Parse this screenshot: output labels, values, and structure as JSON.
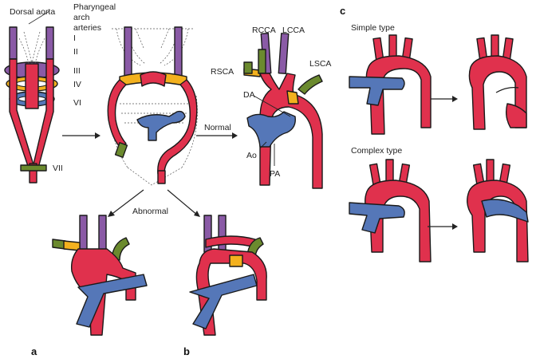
{
  "labels": {
    "dorsal_aorta": "Dorsal aorta",
    "pharyngeal_1": "Pharyngeal",
    "pharyngeal_2": "arch",
    "pharyngeal_3": "arteries",
    "arch_I": "I",
    "arch_II": "II",
    "arch_III": "III",
    "arch_IV": "IV",
    "arch_VI": "VI",
    "arch_VII": "VII",
    "rcca": "RCCA",
    "lcca": "LCCA",
    "rsca": "RSCA",
    "lsca": "LSCA",
    "da": "DA",
    "ao": "Ao",
    "pa": "PA",
    "normal": "Normal",
    "abnormal": "Abnormal",
    "panel_a": "a",
    "panel_b": "b",
    "panel_c": "c",
    "simple_type": "Simple type",
    "complex_type": "Complex type"
  },
  "colors": {
    "aorta": "#e0314d",
    "pulmonary": "#5577b8",
    "carotid": "#8a5aa6",
    "ductus": "#f3b11e",
    "subclavian": "#6b8a2e"
  }
}
